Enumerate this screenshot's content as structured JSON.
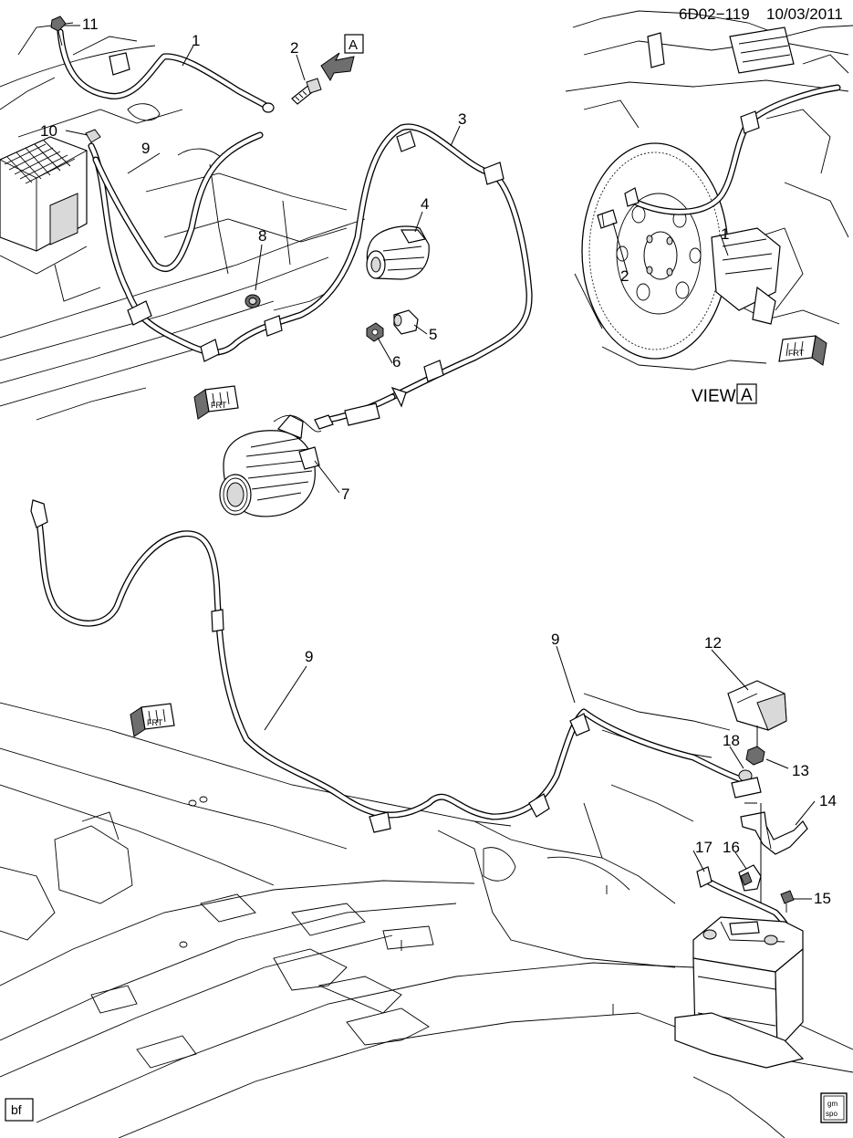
{
  "header": {
    "diagram_id": "6D02−119",
    "date": "10/03/2011"
  },
  "view_label": {
    "text": "VIEW",
    "letter": "A"
  },
  "view_arrow_letter": "A",
  "fwd_marker_text": "FRT",
  "footer": {
    "left_badge": "bf",
    "logo_top": "gm",
    "logo_bottom": "spo"
  },
  "callouts": [
    {
      "id": "c-11",
      "text": "11"
    },
    {
      "id": "c-1-top",
      "text": "1"
    },
    {
      "id": "c-2-top",
      "text": "2"
    },
    {
      "id": "c-3",
      "text": "3"
    },
    {
      "id": "c-10",
      "text": "10"
    },
    {
      "id": "c-9-top",
      "text": "9"
    },
    {
      "id": "c-4",
      "text": "4"
    },
    {
      "id": "c-8",
      "text": "8"
    },
    {
      "id": "c-5",
      "text": "5"
    },
    {
      "id": "c-6",
      "text": "6"
    },
    {
      "id": "c-7",
      "text": "7"
    },
    {
      "id": "c-1-view",
      "text": "1"
    },
    {
      "id": "c-2-view",
      "text": "2"
    },
    {
      "id": "c-9-mid",
      "text": "9"
    },
    {
      "id": "c-9-right",
      "text": "9"
    },
    {
      "id": "c-12",
      "text": "12"
    },
    {
      "id": "c-18",
      "text": "18"
    },
    {
      "id": "c-13",
      "text": "13"
    },
    {
      "id": "c-14",
      "text": "14"
    },
    {
      "id": "c-17",
      "text": "17"
    },
    {
      "id": "c-16",
      "text": "16"
    },
    {
      "id": "c-15",
      "text": "15"
    }
  ]
}
